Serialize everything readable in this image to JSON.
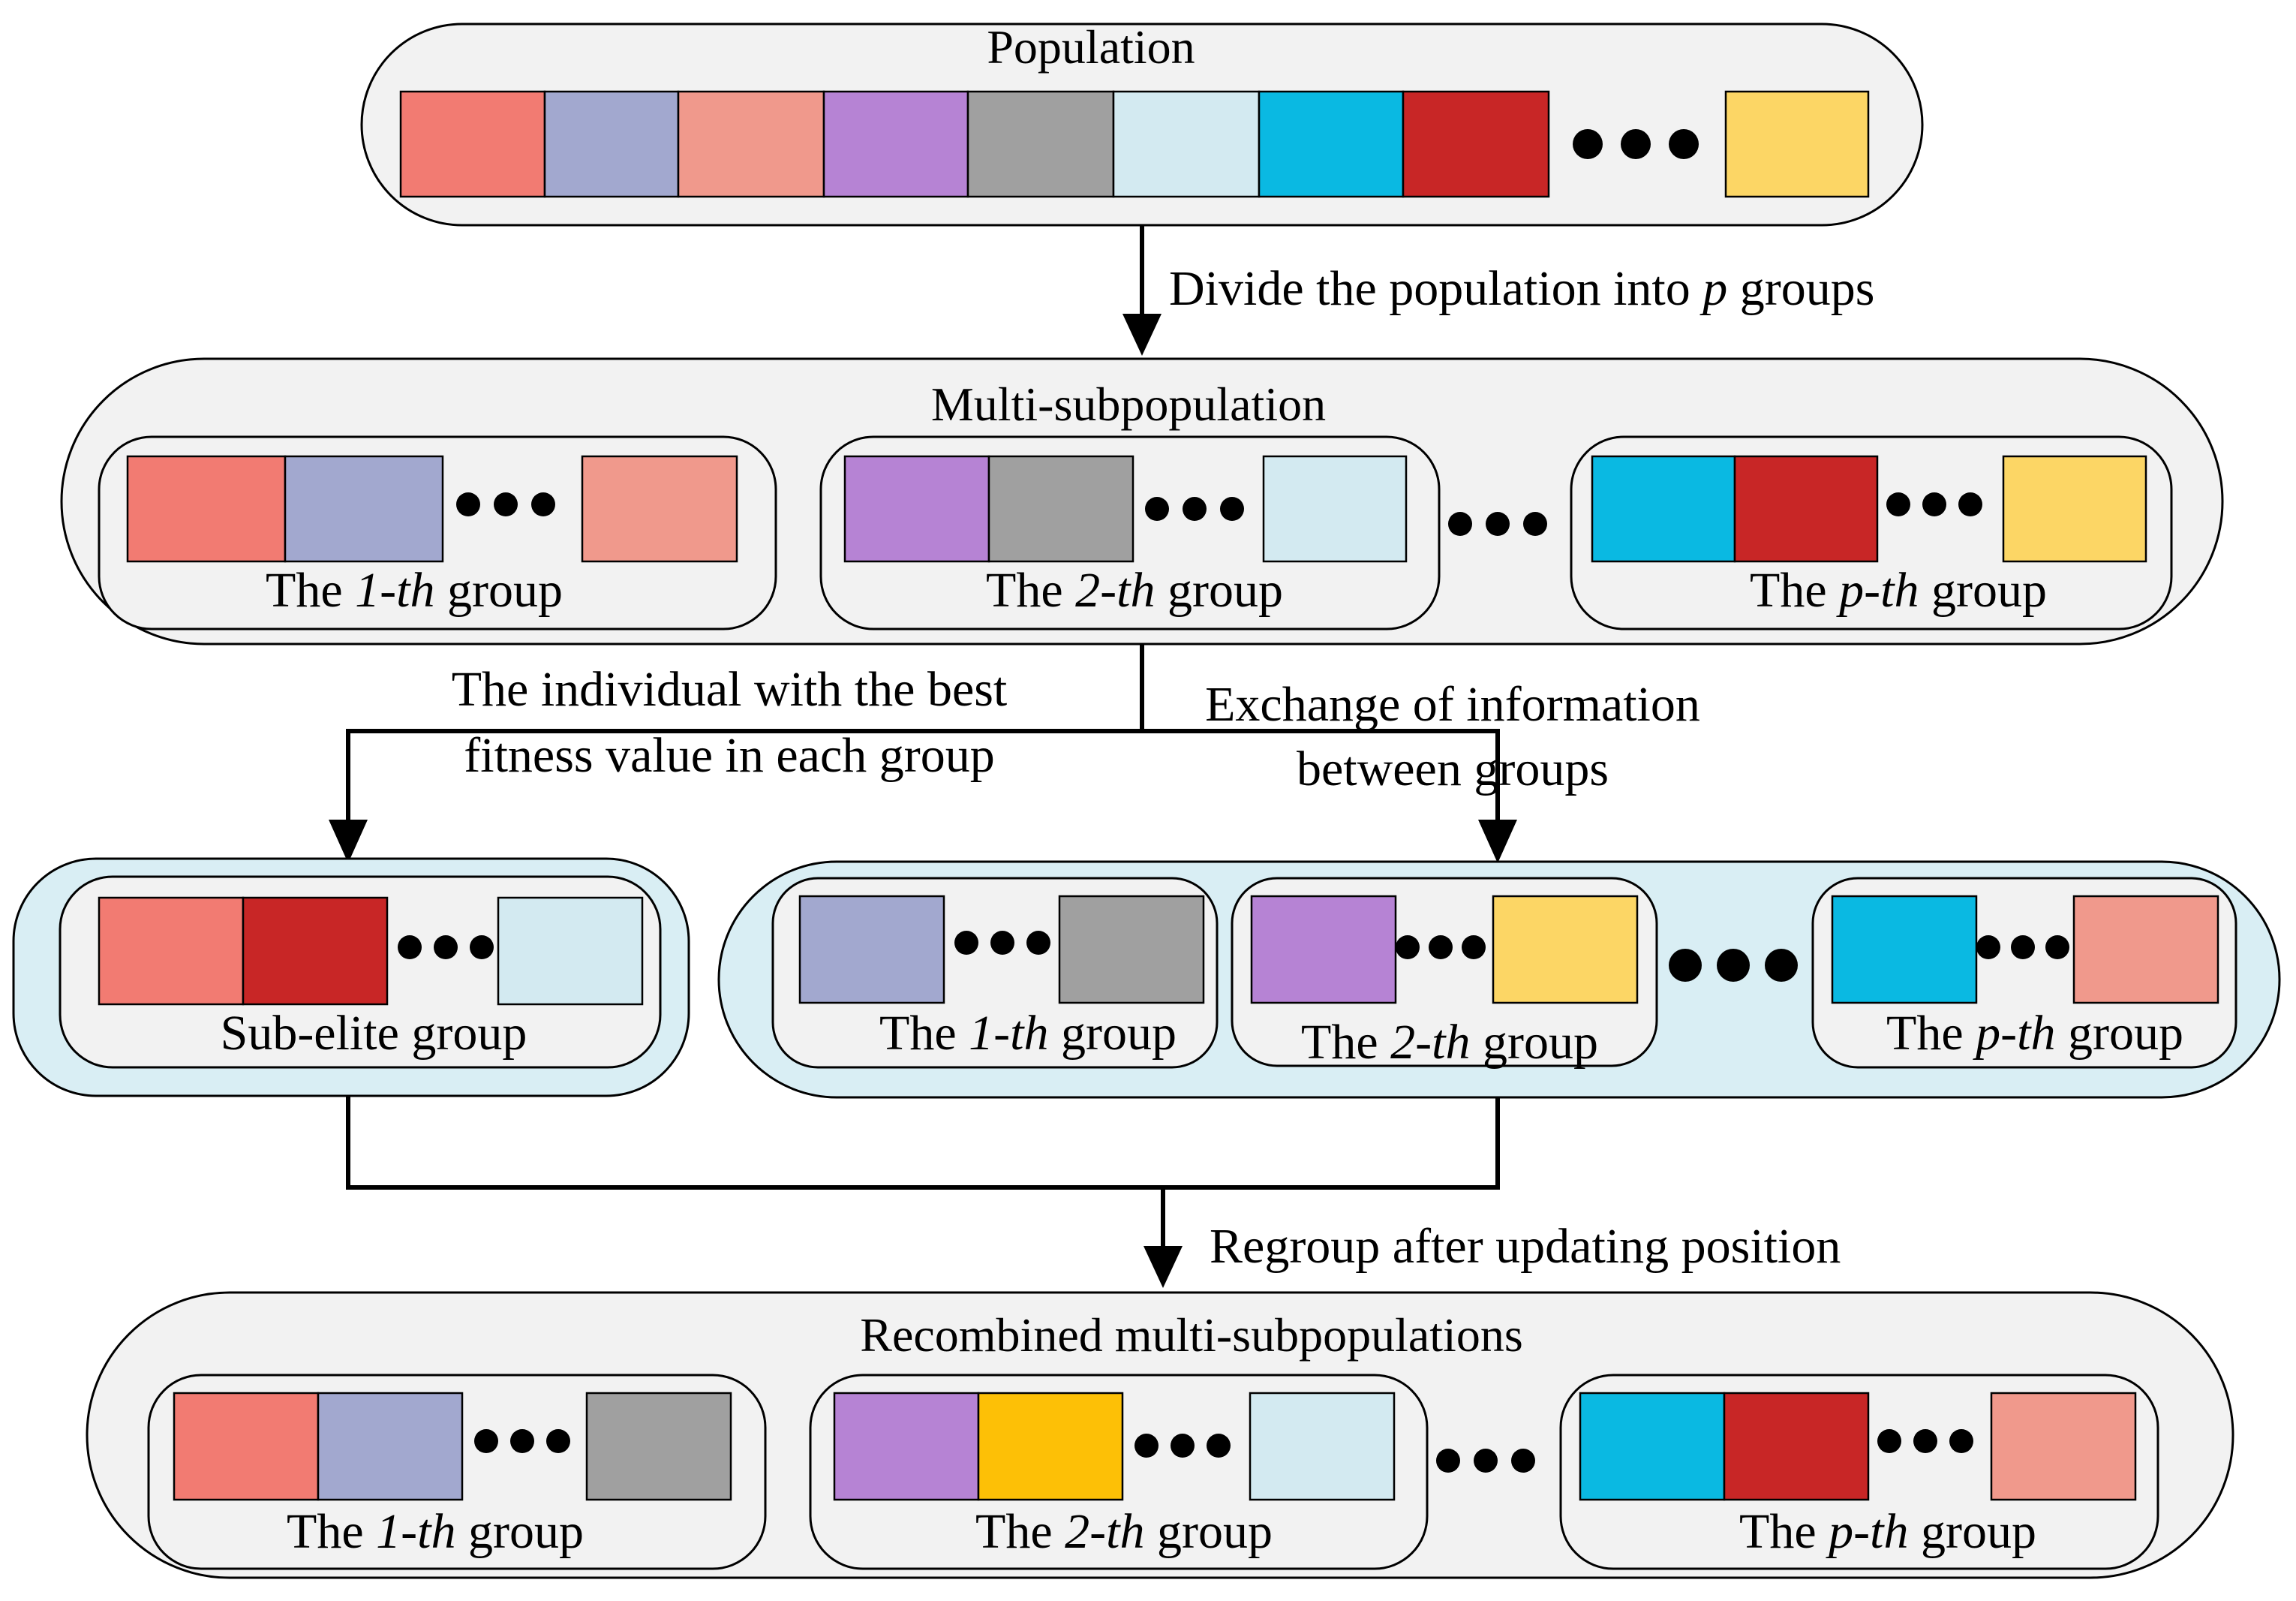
{
  "stages": {
    "population": {
      "title": "Population",
      "colors": [
        "#f27b72",
        "#a2a8cf",
        "#f0998c",
        "#b683d4",
        "#a0a0a0",
        "#d3eaf1",
        "#0ab9e2",
        "#c82626",
        "#fcd665"
      ]
    },
    "multi": {
      "title": "Multi-subpopulation",
      "groups": [
        {
          "the": "The",
          "idx": "1-th",
          "word": "group",
          "colors": [
            "#f27b72",
            "#a2a8cf",
            "#f0998c"
          ]
        },
        {
          "the": "The",
          "idx": "2-th",
          "word": "group",
          "colors": [
            "#b683d4",
            "#a0a0a0",
            "#d3eaf1"
          ]
        },
        {
          "the": "The",
          "idx": "p-th",
          "word": "group",
          "colors": [
            "#0ab9e2",
            "#c82626",
            "#fcd665"
          ]
        }
      ]
    },
    "sub_elite": {
      "label": "Sub-elite group",
      "colors": [
        "#f27b72",
        "#c82626",
        "#d3eaf1"
      ]
    },
    "exchange_groups": [
      {
        "the": "The",
        "idx": "1-th",
        "word": "group",
        "colors": [
          "#a2a8cf",
          "#a0a0a0"
        ]
      },
      {
        "the": "The",
        "idx": "2-th",
        "word": "group",
        "colors": [
          "#b683d4",
          "#fcd665"
        ]
      },
      {
        "the": "The",
        "idx": "p-th",
        "word": "group",
        "colors": [
          "#0ab9e2",
          "#f0998c"
        ]
      }
    ],
    "recombined": {
      "title": "Recombined multi-subpopulations",
      "groups": [
        {
          "the": "The",
          "idx": "1-th",
          "word": "group",
          "colors": [
            "#f27b72",
            "#a2a8cf",
            "#a0a0a0"
          ]
        },
        {
          "the": "The",
          "idx": "2-th",
          "word": "group",
          "colors": [
            "#b683d4",
            "#fdc006",
            "#d3eaf1"
          ]
        },
        {
          "the": "The",
          "idx": "p-th",
          "word": "group",
          "colors": [
            "#0ab9e2",
            "#c82626",
            "#f0998c"
          ]
        }
      ]
    }
  },
  "arrows": {
    "divide": {
      "pre": "Divide the population into ",
      "var": "p",
      "post": " groups"
    },
    "best": {
      "line1": "The individual with the best",
      "line2": "fitness value in each group"
    },
    "exchange": {
      "line1": "Exchange of information",
      "line2": "between groups"
    },
    "regroup": "Regroup after updating position"
  }
}
